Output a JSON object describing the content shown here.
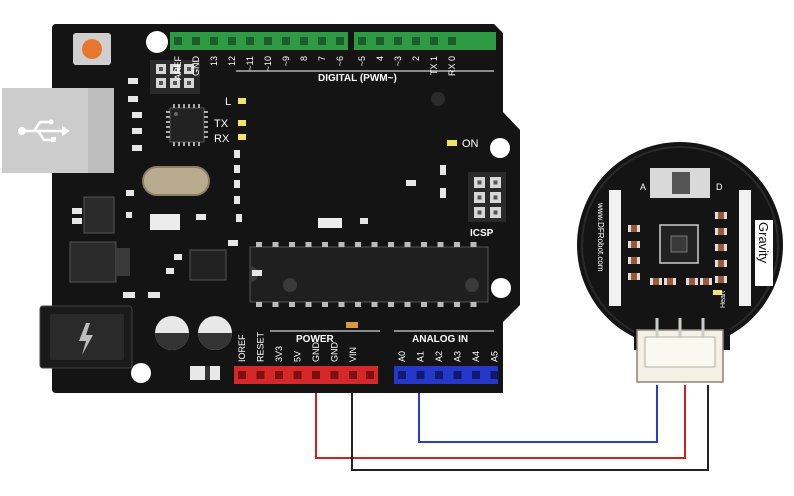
{
  "board": {
    "digital_header_label": "DIGITAL (PWM~)",
    "digital_pins": [
      "AREF",
      "GND",
      "13",
      "12",
      "~11",
      "~10",
      "~9",
      "8",
      "7",
      "~6",
      "~5",
      "4",
      "~3",
      "2",
      "TX 1",
      "RX 0"
    ],
    "led_labels": {
      "l": "L",
      "tx": "TX",
      "rx": "RX",
      "on": "ON"
    },
    "icsp_label": "ICSP",
    "power_header_label": "POWER",
    "power_pins": [
      "IOREF",
      "RESET",
      "3V3",
      "5V",
      "GND",
      "GND",
      "VIN"
    ],
    "analog_header_label": "ANALOG IN",
    "analog_pins": [
      "A0",
      "A1",
      "A2",
      "A3",
      "A4",
      "A5"
    ]
  },
  "sensor": {
    "brand_label": "Gravity",
    "url_label": "www.DFRobot.com",
    "switch_labels": {
      "left": "A",
      "right": "D"
    },
    "led_label": "Heart"
  },
  "wires": {
    "colors": {
      "power": "#d21f1f",
      "ground": "#222222",
      "signal": "#2a3bd4"
    }
  }
}
